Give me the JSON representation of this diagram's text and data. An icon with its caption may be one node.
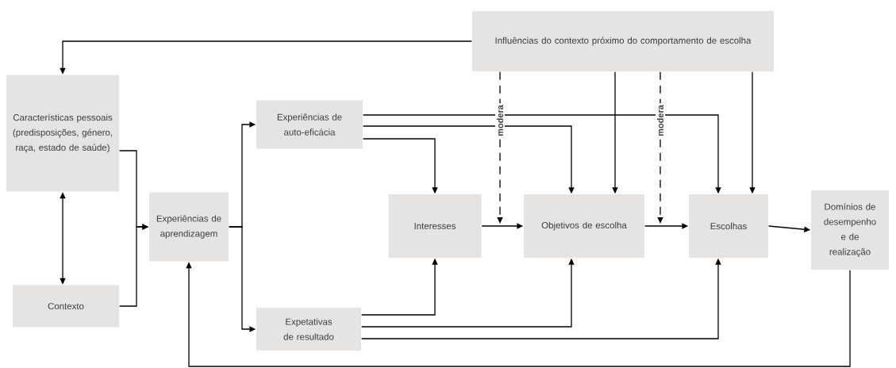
{
  "diagram": {
    "nodes": [
      {
        "text": [
          "Influências do contexto próximo do comportamento de escolha"
        ]
      },
      {
        "text": [
          "Características pessoais (predisposições, género, raça, estado de saúde)"
        ]
      },
      {
        "text": [
          "Contexto"
        ]
      },
      {
        "text": [
          "Experiências de aprendizagem"
        ]
      },
      {
        "text": [
          "Experiências de auto-eficácia"
        ]
      },
      {
        "text": [
          "Interesses"
        ]
      },
      {
        "text": [
          "Objetivos de escolha"
        ]
      },
      {
        "text": [
          "Escolhas"
        ]
      },
      {
        "text": [
          "Expetativas de resultado"
        ]
      },
      {
        "text": [
          "Domínios de desempenho e de realização"
        ]
      }
    ],
    "edges": [
      {
        "from": 0,
        "to": 1,
        "arrow": "to"
      },
      {
        "from": 1,
        "to": 2,
        "arrow": "both"
      },
      {
        "from": 1,
        "to": 3,
        "arrow": "to"
      },
      {
        "from": 2,
        "to": 3,
        "arrow": "to"
      },
      {
        "from": 3,
        "to": 4,
        "arrow": "to"
      },
      {
        "from": 3,
        "to": 8,
        "arrow": "to"
      },
      {
        "from": 4,
        "to": 5,
        "arrow": "to"
      },
      {
        "from": 4,
        "to": 6,
        "arrow": "to"
      },
      {
        "from": 4,
        "to": 7,
        "arrow": "to"
      },
      {
        "from": 8,
        "to": 5,
        "arrow": "to"
      },
      {
        "from": 8,
        "to": 6,
        "arrow": "to"
      },
      {
        "from": 8,
        "to": 7,
        "arrow": "to"
      },
      {
        "from": 5,
        "to": 6,
        "arrow": "to"
      },
      {
        "from": 6,
        "to": 7,
        "arrow": "to"
      },
      {
        "from": 7,
        "to": 9,
        "arrow": "to"
      },
      {
        "from": 0,
        "to": 6,
        "arrow": "to"
      },
      {
        "from": 0,
        "to": 7,
        "arrow": "to"
      },
      {
        "from": 0,
        "to": null,
        "arrow": "to",
        "style": "dashed",
        "label": "modera"
      },
      {
        "from": 0,
        "to": null,
        "arrow": "to",
        "style": "dashed",
        "label": "modera"
      },
      {
        "from": 9,
        "to": 3,
        "arrow": "to"
      }
    ]
  }
}
